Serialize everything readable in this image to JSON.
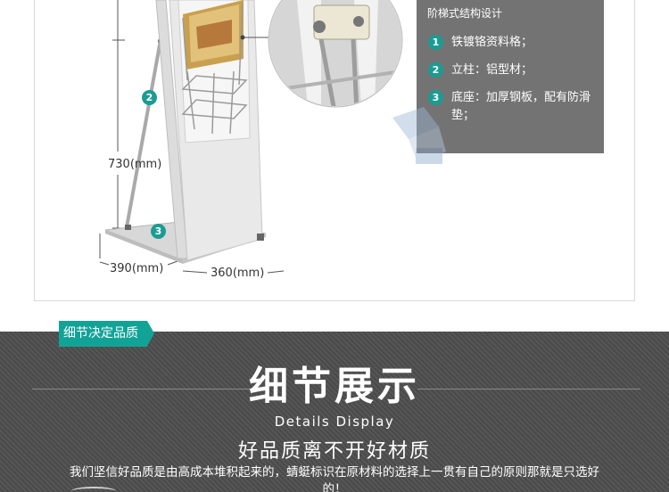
{
  "product": {
    "dimensions": {
      "height": "730(mm)",
      "width": "390(mm)",
      "depth": "360(mm)"
    },
    "stand_markers": [
      "2",
      "3"
    ]
  },
  "features": {
    "heading": "阶梯式结构设计",
    "items": [
      {
        "num": "1",
        "text": "铁镀铬资料格；"
      },
      {
        "num": "2",
        "text": "立柱：铝型材；"
      },
      {
        "num": "3",
        "text": "底座：加厚钢板，配有防滑垫；"
      }
    ]
  },
  "section": {
    "tag": "细节决定品质",
    "title": "细节展示",
    "subtitle": "Details Display",
    "slogan": "好品质离不开好材质",
    "body": "我们坚信好品质是由高成本堆积起来的，蜻蜓标识在原材料的选择上一贯有自己的原则那就是只选好的！"
  },
  "colors": {
    "accent": "#1a9c93",
    "panel": "#737373",
    "dark_band": "#4d4d4d"
  }
}
